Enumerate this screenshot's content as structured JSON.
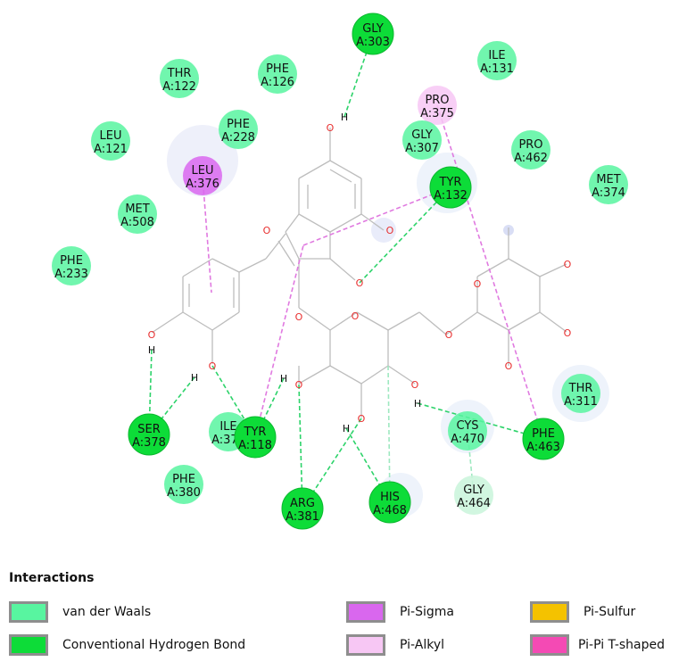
{
  "colors": {
    "vdw": "#58f5a0",
    "hbond": "#0ddc38",
    "pi_sigma": "#d967ee",
    "pi_alkyl": "#f7c7f4",
    "pi_sulfur": "#f4c200",
    "pi_pi_t": "#f44ab4",
    "weak_contact": "#c9f5da"
  },
  "residues": [
    {
      "id": "gly303",
      "name": "GLY",
      "num": "A:303",
      "type": "hbond"
    },
    {
      "id": "ile131",
      "name": "ILE",
      "num": "A:131",
      "type": "vdw"
    },
    {
      "id": "thr122",
      "name": "THR",
      "num": "A:122",
      "type": "vdw"
    },
    {
      "id": "phe126",
      "name": "PHE",
      "num": "A:126",
      "type": "vdw"
    },
    {
      "id": "pro375",
      "name": "PRO",
      "num": "A:375",
      "type": "pi_alkyl"
    },
    {
      "id": "leu121",
      "name": "LEU",
      "num": "A:121",
      "type": "vdw"
    },
    {
      "id": "phe228",
      "name": "PHE",
      "num": "A:228",
      "type": "vdw"
    },
    {
      "id": "gly307",
      "name": "GLY",
      "num": "A:307",
      "type": "vdw"
    },
    {
      "id": "pro462",
      "name": "PRO",
      "num": "A:462",
      "type": "vdw"
    },
    {
      "id": "leu376",
      "name": "LEU",
      "num": "A:376",
      "type": "pi_sigma"
    },
    {
      "id": "tyr132",
      "name": "TYR",
      "num": "A:132",
      "type": "hbond"
    },
    {
      "id": "met374",
      "name": "MET",
      "num": "A:374",
      "type": "vdw"
    },
    {
      "id": "met508",
      "name": "MET",
      "num": "A:508",
      "type": "vdw"
    },
    {
      "id": "phe233",
      "name": "PHE",
      "num": "A:233",
      "type": "vdw"
    },
    {
      "id": "thr311",
      "name": "THR",
      "num": "A:311",
      "type": "vdw"
    },
    {
      "id": "ser378",
      "name": "SER",
      "num": "A:378",
      "type": "hbond"
    },
    {
      "id": "ile379",
      "name": "ILE",
      "num": "A:379",
      "type": "vdw"
    },
    {
      "id": "tyr118",
      "name": "TYR",
      "num": "A:118",
      "type": "hbond"
    },
    {
      "id": "cys470",
      "name": "CYS",
      "num": "A:470",
      "type": "vdw"
    },
    {
      "id": "phe463",
      "name": "PHE",
      "num": "A:463",
      "type": "hbond"
    },
    {
      "id": "phe380",
      "name": "PHE",
      "num": "A:380",
      "type": "vdw"
    },
    {
      "id": "gly464",
      "name": "GLY",
      "num": "A:464",
      "type": "weak_contact"
    },
    {
      "id": "arg381",
      "name": "ARG",
      "num": "A:381",
      "type": "hbond"
    },
    {
      "id": "his468",
      "name": "HIS",
      "num": "A:468",
      "type": "hbond"
    }
  ],
  "atoms": {
    "oxygen": "O",
    "hydrogen": "H"
  },
  "legend": {
    "title": "Interactions",
    "items": [
      {
        "label": "van der Waals",
        "type": "vdw"
      },
      {
        "label": "Conventional Hydrogen Bond",
        "type": "hbond"
      },
      {
        "label": "Pi-Sigma",
        "type": "pi_sigma"
      },
      {
        "label": "Pi-Alkyl",
        "type": "pi_alkyl"
      },
      {
        "label": "Pi-Sulfur",
        "type": "pi_sulfur"
      },
      {
        "label": "Pi-Pi T-shaped",
        "type": "pi_pi_t"
      }
    ]
  }
}
